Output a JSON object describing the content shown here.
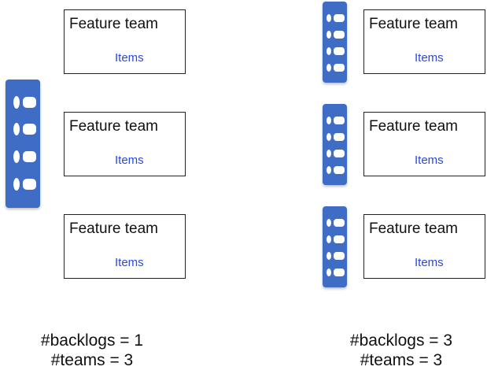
{
  "colors": {
    "backlog_fill": "#3f6cc4",
    "items_text": "#2a48e0",
    "box_border": "#222222"
  },
  "left_panel": {
    "backlog_icon": "backlog-list-icon",
    "teams": [
      {
        "title": "Feature team",
        "items_label": "Items"
      },
      {
        "title": "Feature team",
        "items_label": "Items"
      },
      {
        "title": "Feature team",
        "items_label": "Items"
      }
    ],
    "caption": {
      "backlogs": "#backlogs = 1",
      "teams": "#teams = 3"
    }
  },
  "right_panel": {
    "backlog_icon": "backlog-list-icon",
    "teams": [
      {
        "title": "Feature team",
        "items_label": "Items"
      },
      {
        "title": "Feature team",
        "items_label": "Items"
      },
      {
        "title": "Feature team",
        "items_label": "Items"
      }
    ],
    "caption": {
      "backlogs": "#backlogs = 3",
      "teams": "#teams = 3"
    }
  }
}
